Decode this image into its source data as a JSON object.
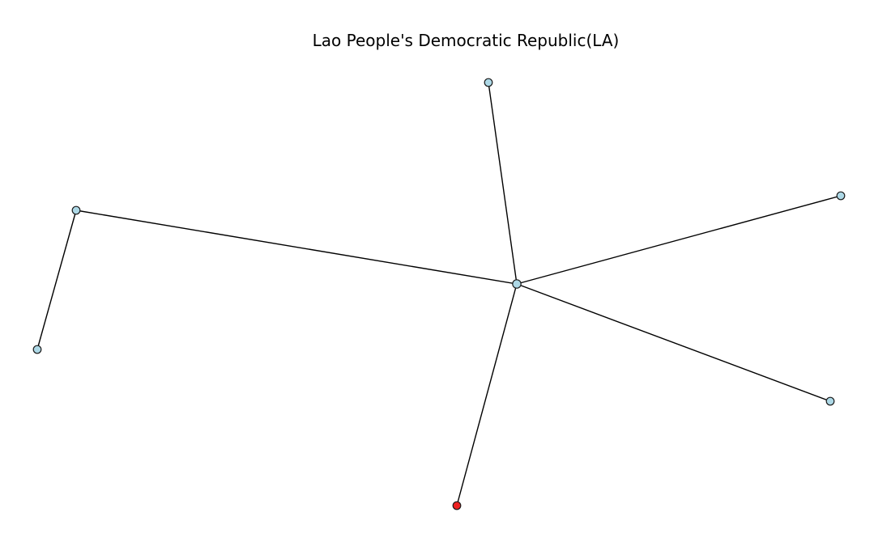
{
  "title": "Lao People's Democratic Republic(LA)",
  "colors": {
    "default_node": "#add8e6",
    "highlight_node": "#ee2222",
    "edge": "#000000"
  },
  "graph": {
    "nodes": [
      {
        "id": "hub",
        "highlight": false
      },
      {
        "id": "top",
        "highlight": false
      },
      {
        "id": "upper-left",
        "highlight": false
      },
      {
        "id": "far-left",
        "highlight": false
      },
      {
        "id": "upper-right",
        "highlight": false
      },
      {
        "id": "lower-right",
        "highlight": false
      },
      {
        "id": "bottom",
        "highlight": true
      }
    ],
    "edges": [
      {
        "source": "hub",
        "target": "top"
      },
      {
        "source": "hub",
        "target": "upper-left"
      },
      {
        "source": "upper-left",
        "target": "far-left"
      },
      {
        "source": "hub",
        "target": "upper-right"
      },
      {
        "source": "hub",
        "target": "lower-right"
      },
      {
        "source": "hub",
        "target": "bottom"
      }
    ]
  }
}
